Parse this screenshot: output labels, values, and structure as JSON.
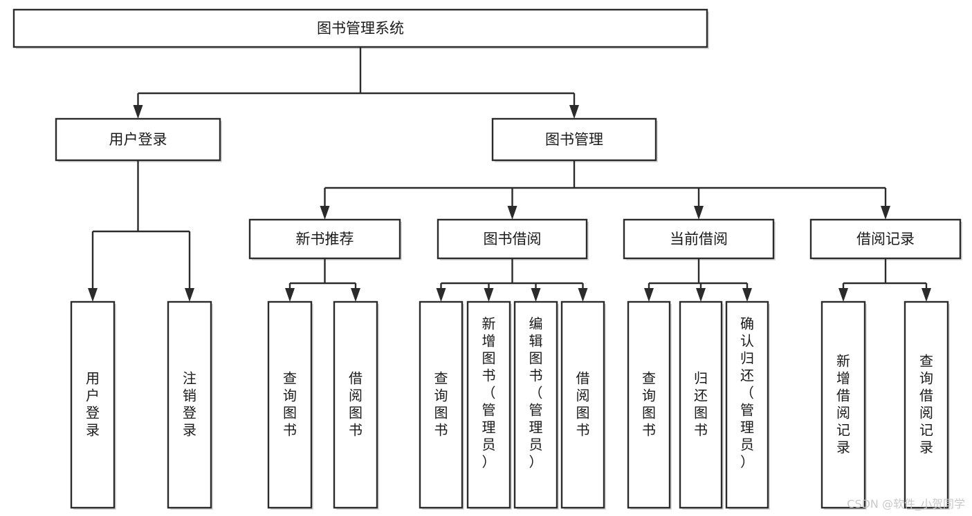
{
  "diagram": {
    "title_node": {
      "label": "图书管理系统"
    },
    "level2": [
      {
        "id": "user-login",
        "label": "用户登录"
      },
      {
        "id": "book-management",
        "label": "图书管理"
      }
    ],
    "level3": [
      {
        "id": "new-book-recommend",
        "label": "新书推荐"
      },
      {
        "id": "book-borrow",
        "label": "图书借阅"
      },
      {
        "id": "current-borrow",
        "label": "当前借阅"
      },
      {
        "id": "borrow-record",
        "label": "借阅记录"
      }
    ],
    "leaves": {
      "user_login": [
        {
          "id": "leaf-user-login",
          "label": "用户登录",
          "align": "middle"
        },
        {
          "id": "leaf-logout-login",
          "label": "注销登录",
          "align": "middle"
        }
      ],
      "new_book_recommend": [
        {
          "id": "leaf-query-book-1",
          "label": "查询图书",
          "align": "middle"
        },
        {
          "id": "leaf-borrow-book-1",
          "label": "借阅图书",
          "align": "middle"
        }
      ],
      "book_borrow": [
        {
          "id": "leaf-query-book-2",
          "label": "查询图书",
          "align": "middle"
        },
        {
          "id": "leaf-add-book-admin",
          "label": "新增图书（管理员）",
          "align": "top"
        },
        {
          "id": "leaf-edit-book-admin",
          "label": "编辑图书（管理员）",
          "align": "top"
        },
        {
          "id": "leaf-borrow-book-2",
          "label": "借阅图书",
          "align": "middle"
        }
      ],
      "current_borrow": [
        {
          "id": "leaf-query-book-3",
          "label": "查询图书",
          "align": "middle"
        },
        {
          "id": "leaf-return-book",
          "label": "归还图书",
          "align": "middle"
        },
        {
          "id": "leaf-confirm-return-admin",
          "label": "确认归还（管理员）",
          "align": "top"
        }
      ],
      "borrow_record": [
        {
          "id": "leaf-add-borrow-record",
          "label": "新增借阅记录",
          "align": "middle"
        },
        {
          "id": "leaf-query-borrow-record",
          "label": "查询借阅记录",
          "align": "middle"
        }
      ]
    },
    "watermark": {
      "text": "CSDN @软件_小贺同学"
    },
    "colors": {
      "stroke": "#2b2b2b",
      "fill": "#ffffff",
      "text": "#1a1a1a",
      "watermark": "#c9c9c9"
    }
  }
}
